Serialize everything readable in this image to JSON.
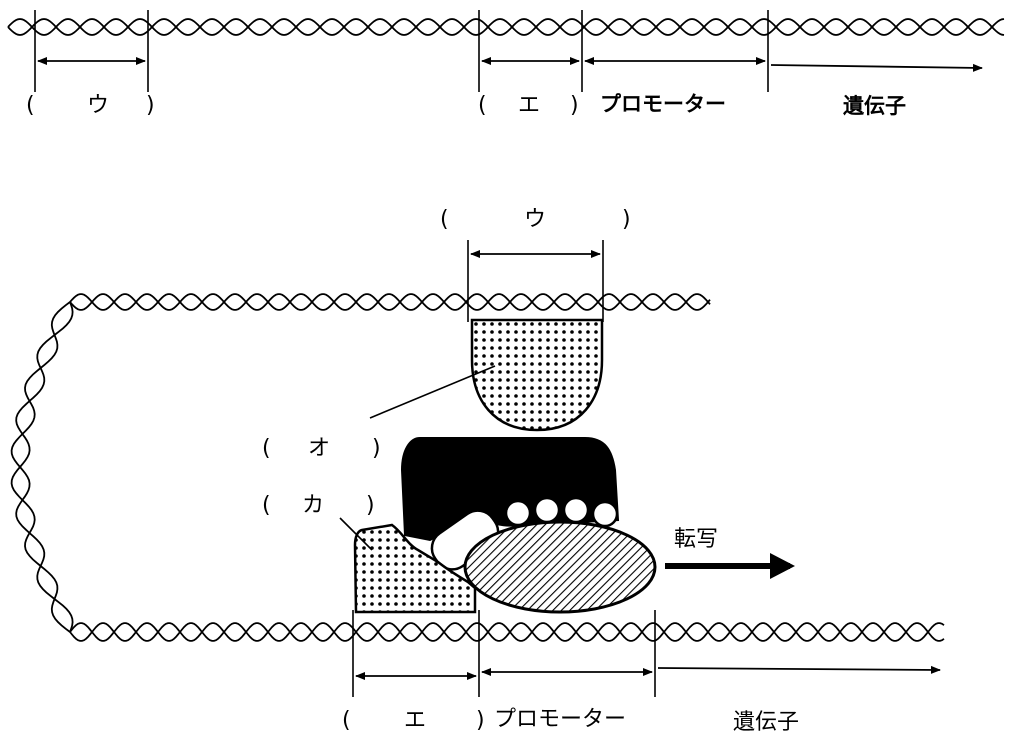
{
  "top_row": {
    "label_u_open": "(",
    "label_u": "ウ",
    "label_u_close": ")",
    "label_e_open": "(",
    "label_e": "エ",
    "label_e_close": ")",
    "promoter": "プロモーター",
    "gene": "遺伝子"
  },
  "bottom_diagram": {
    "label_u_open": "(",
    "label_u": "ウ",
    "label_u_close": ")",
    "label_o_open": "(",
    "label_o": "オ",
    "label_o_close": ")",
    "label_ka_open": "(",
    "label_ka": "カ",
    "label_ka_close": ")",
    "transcription": "転写",
    "label_e_open": "(",
    "label_e": "エ",
    "label_e_close": ")",
    "promoter": "プロモーター",
    "gene": "遺伝子"
  }
}
